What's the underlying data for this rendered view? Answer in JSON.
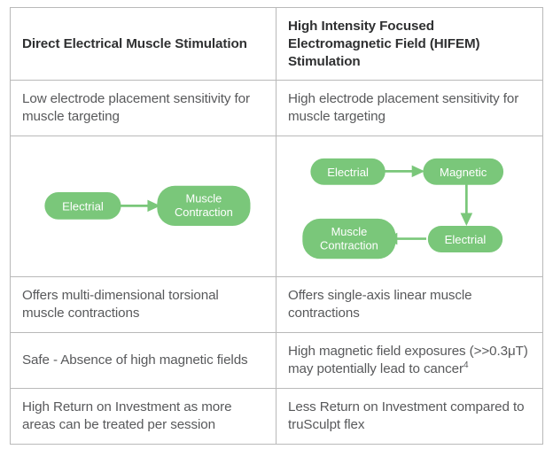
{
  "table": {
    "columns": [
      {
        "header": "Direct Electrical Muscle Stimulation"
      },
      {
        "header": "High Intensity Focused Electromagnetic Field (HIFEM) Stimulation"
      }
    ],
    "rows": [
      {
        "type": "text",
        "left": "Low electrode placement sensitivity for muscle targeting",
        "right": "High electrode placement sensitivity for muscle targeting"
      },
      {
        "type": "diagram",
        "left_diagram": {
          "nodes": [
            {
              "id": "electrial",
              "label": "Electrial"
            },
            {
              "id": "muscle-contraction",
              "label_line1": "Muscle",
              "label_line2": "Contraction"
            }
          ],
          "edges": [
            {
              "from": "electrial",
              "to": "muscle-contraction",
              "direction": "right"
            }
          ]
        },
        "right_diagram": {
          "nodes": [
            {
              "id": "electrial-1",
              "label": "Electrial"
            },
            {
              "id": "magnetic",
              "label": "Magnetic"
            },
            {
              "id": "electrial-2",
              "label": "Electrial"
            },
            {
              "id": "muscle-contraction",
              "label_line1": "Muscle",
              "label_line2": "Contraction"
            }
          ],
          "edges": [
            {
              "from": "electrial-1",
              "to": "magnetic",
              "direction": "right"
            },
            {
              "from": "magnetic",
              "to": "electrial-2",
              "direction": "down"
            },
            {
              "from": "electrial-2",
              "to": "muscle-contraction",
              "direction": "left"
            }
          ]
        }
      },
      {
        "type": "text",
        "left": "Offers multi-dimensional torsional muscle contractions",
        "right": "Offers single-axis linear muscle contractions"
      },
      {
        "type": "text",
        "left": "Safe - Absence of high magnetic fields",
        "right_pre": "High magnetic field exposures (>>0.3μT) may potentially lead to cancer",
        "right_sup": "4"
      },
      {
        "type": "text",
        "left": "High Return on Investment as more areas can be treated per session",
        "right": "Less Return on Investment compared to truSculpt flex"
      }
    ]
  },
  "colors": {
    "node_fill": "#7ac77a",
    "arrow": "#7ac77a",
    "node_text": "#ffffff",
    "border": "#b9b9b9",
    "header_text": "#2f3031",
    "body_text": "#58595b",
    "background": "#ffffff"
  }
}
